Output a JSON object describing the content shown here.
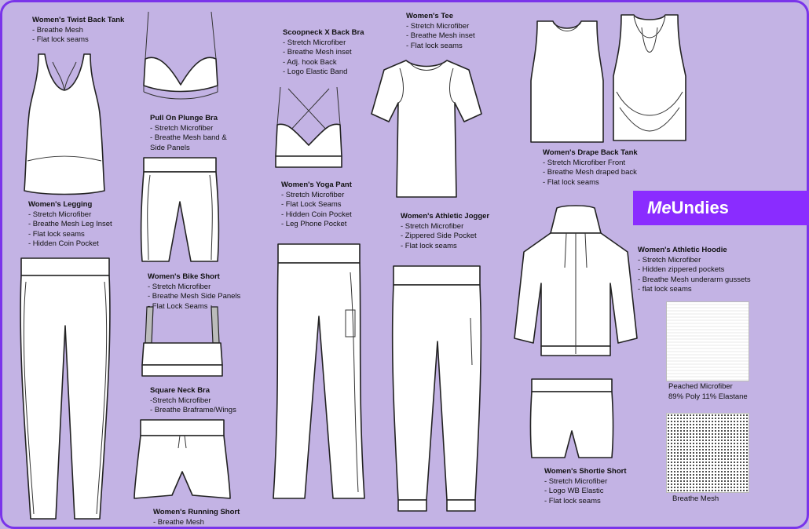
{
  "brand": {
    "logo_prefix": "Me",
    "logo_suffix": "Undies",
    "accent": "#8a2cff",
    "frame": "#7a34ea",
    "background": "#c3b3e4"
  },
  "items": {
    "twist_tank": {
      "title": "Women's Twist Back Tank",
      "features": [
        "- Breathe Mesh",
        "- Flat lock seams"
      ]
    },
    "plunge_bra": {
      "title": "Pull On Plunge Bra",
      "features": [
        "- Stretch Microfiber",
        "- Breathe Mesh band &",
        "Side Panels"
      ]
    },
    "scoop_bra": {
      "title": "Scoopneck X Back Bra",
      "features": [
        "- Stretch Microfiber",
        "- Breathe Mesh inset",
        "- Adj. hook Back",
        "- Logo Elastic Band"
      ]
    },
    "tee": {
      "title": "Women's Tee",
      "features": [
        "- Stretch Microfiber",
        "- Breathe Mesh inset",
        "- Flat lock seams"
      ]
    },
    "drape_tank": {
      "title": "Women's Drape Back Tank",
      "features": [
        "- Stretch Microfiber Front",
        "- Breathe Mesh draped back",
        "- Flat lock seams"
      ]
    },
    "legging": {
      "title": "Women's Legging",
      "features": [
        "- Stretch Microfiber",
        "- Breathe Mesh Leg Inset",
        "- Flat lock seams",
        "- Hidden Coin Pocket"
      ]
    },
    "yoga_pant": {
      "title": "Women's Yoga Pant",
      "features": [
        "- Stretch Microfiber",
        "- Flat Lock Seams",
        "- Hidden Coin Pocket",
        "- Leg Phone Pocket"
      ]
    },
    "jogger": {
      "title": "Women's Athletic Jogger",
      "features": [
        "- Stretch Microfiber",
        "- Zippered Side Pocket",
        "- Flat lock seams"
      ]
    },
    "bike_short": {
      "title": "Women's Bike Short",
      "features": [
        "- Stretch Microfiber",
        "- Breathe Mesh Side Panels",
        "- Flat Lock Seams"
      ]
    },
    "hoodie": {
      "title": "Women's Athletic Hoodie",
      "features": [
        "- Stretch Microfiber",
        "- Hidden zippered pockets",
        "- Breathe Mesh underarm gussets",
        "- flat lock seams"
      ]
    },
    "square_bra": {
      "title": "Square Neck Bra",
      "features": [
        "-Stretch Microfiber",
        "- Breathe Braframe/Wings"
      ]
    },
    "running_short": {
      "title": "Women's Running Short",
      "features": [
        "- Breathe Mesh"
      ]
    },
    "shortie": {
      "title": "Women's Shortie Short",
      "features": [
        "- Stretch Microfiber",
        "- Logo WB Elastic",
        "- Flat lock seams"
      ]
    }
  },
  "fabrics": {
    "peached": {
      "title": "Peached Microfiber",
      "composition": "89% Poly 11% Elastane"
    },
    "mesh": {
      "title": "Breathe Mesh"
    }
  }
}
